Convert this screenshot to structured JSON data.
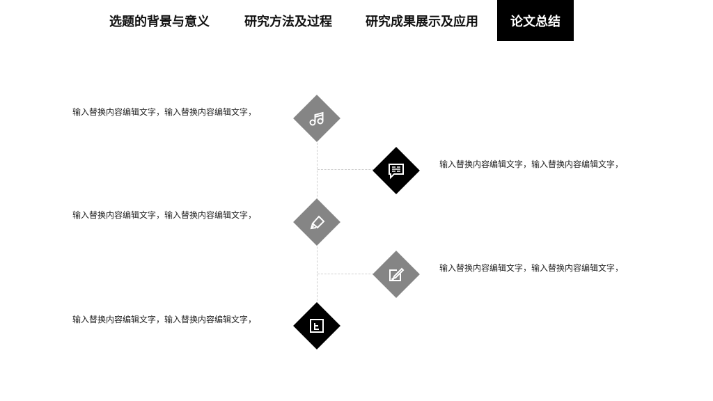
{
  "nav": {
    "tabs": [
      {
        "label": "选题的背景与意义"
      },
      {
        "label": "研究方法及过程"
      },
      {
        "label": "研究成果展示及应用"
      },
      {
        "label": "论文总结"
      }
    ],
    "active_tab": "论文总结"
  },
  "timeline": {
    "items": [
      {
        "text": "输入替换内容编辑文字，输入替换内容编辑文字，",
        "icon": "music-note-icon",
        "color": "#858585",
        "side": "left"
      },
      {
        "text": "输入替换内容编辑文字，输入替换内容编辑文字，",
        "icon": "chat-bubble-icon",
        "color": "#000000",
        "side": "right"
      },
      {
        "text": "输入替换内容编辑文字，输入替换内容编辑文字，",
        "icon": "eraser-icon",
        "color": "#858585",
        "side": "left"
      },
      {
        "text": "输入替换内容编辑文字，输入替换内容编辑文字，",
        "icon": "edit-icon",
        "color": "#858585",
        "side": "right"
      },
      {
        "text": "输入替换内容编辑文字，输入替换内容编辑文字，",
        "icon": "calendar-icon",
        "color": "#000000",
        "side": "left"
      }
    ]
  }
}
